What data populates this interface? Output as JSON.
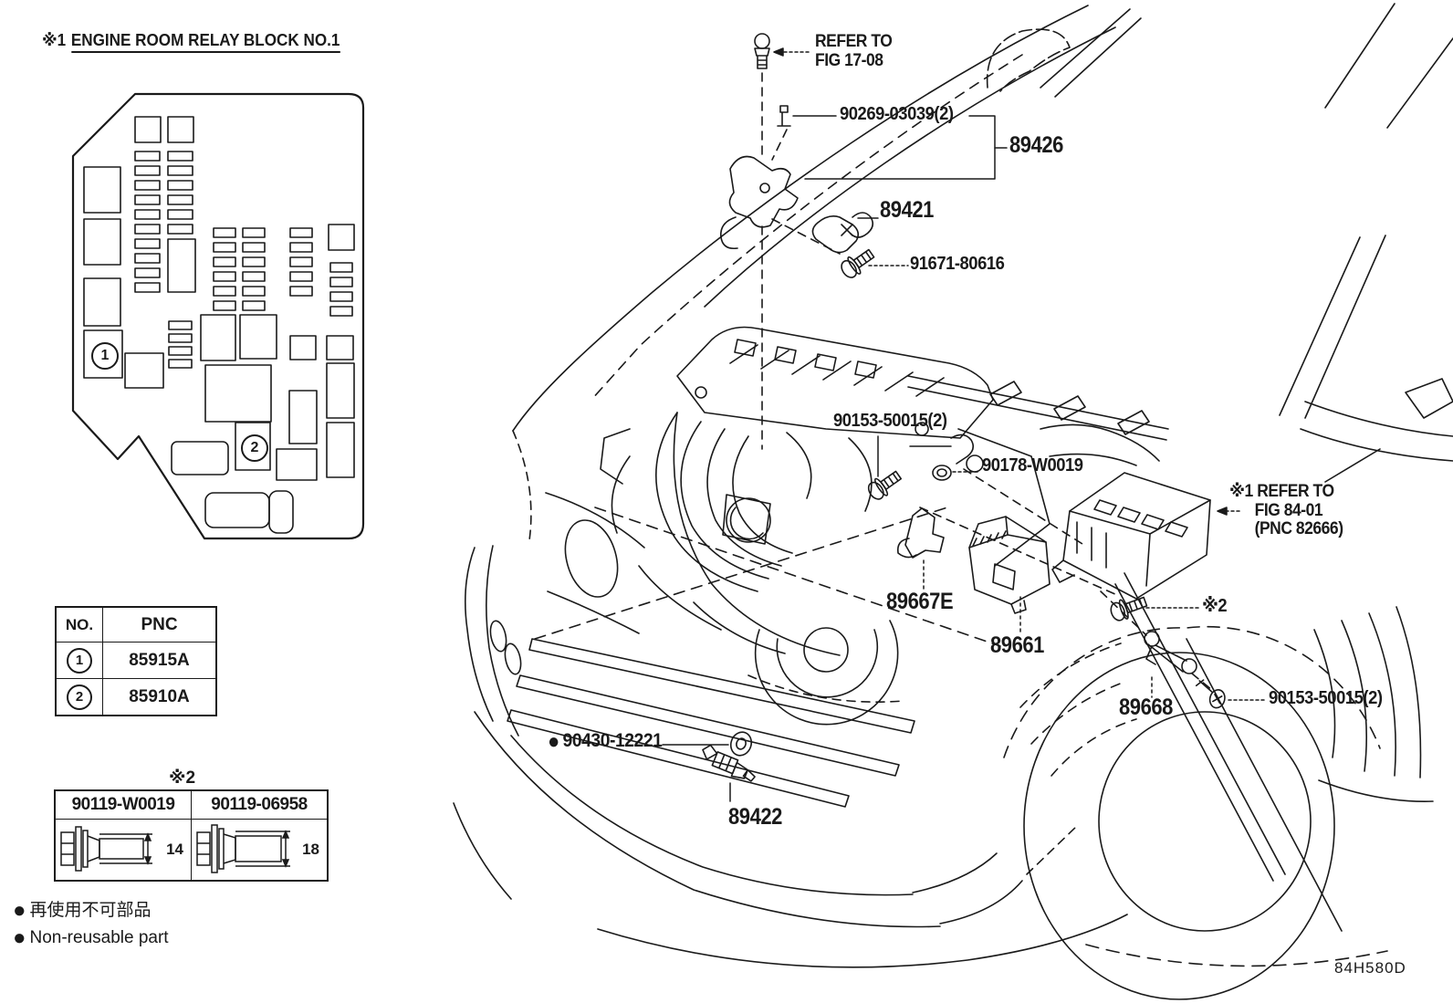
{
  "colors": {
    "ink": "#1a1a1a",
    "bg": "#ffffff"
  },
  "header_note": {
    "marker": "※1",
    "title": "ENGINE ROOM RELAY BLOCK NO.1"
  },
  "fusebox": {
    "callout_1": "1",
    "callout_2": "2"
  },
  "refer_top": {
    "line1": "REFER TO",
    "line2": "FIG 17-08"
  },
  "refer_right": {
    "marker": "※1",
    "line1": "REFER TO",
    "line2": "FIG 84-01",
    "line3": "(PNC 82666)"
  },
  "callouts": {
    "bolt_bracket": "90269-03039(2)",
    "bracket": "89426",
    "sensor_cam": "89421",
    "bolt_cam": "91671-80616",
    "bolt_knock": "90153-50015(2)",
    "grommet": "90178-W0019",
    "bracket_e": "89667E",
    "ecu": "89661",
    "marker2": "※2",
    "link": "89668",
    "bolt_link": "90153-50015(2)",
    "oring": "90430-12221",
    "sensor_temp": "89422"
  },
  "pnc_table": {
    "headers": [
      "NO.",
      "PNC"
    ],
    "rows": [
      {
        "no": "1",
        "pnc": "85915A"
      },
      {
        "no": "2",
        "pnc": "85910A"
      }
    ]
  },
  "nut_table": {
    "marker": "※2",
    "columns": [
      {
        "part": "90119-W0019",
        "dim": "14"
      },
      {
        "part": "90119-06958",
        "dim": "18"
      }
    ]
  },
  "legend": {
    "bullet": "●",
    "jp": "再使用不可部品",
    "en": "Non-reusable part"
  },
  "drawing_code": "84H580D"
}
